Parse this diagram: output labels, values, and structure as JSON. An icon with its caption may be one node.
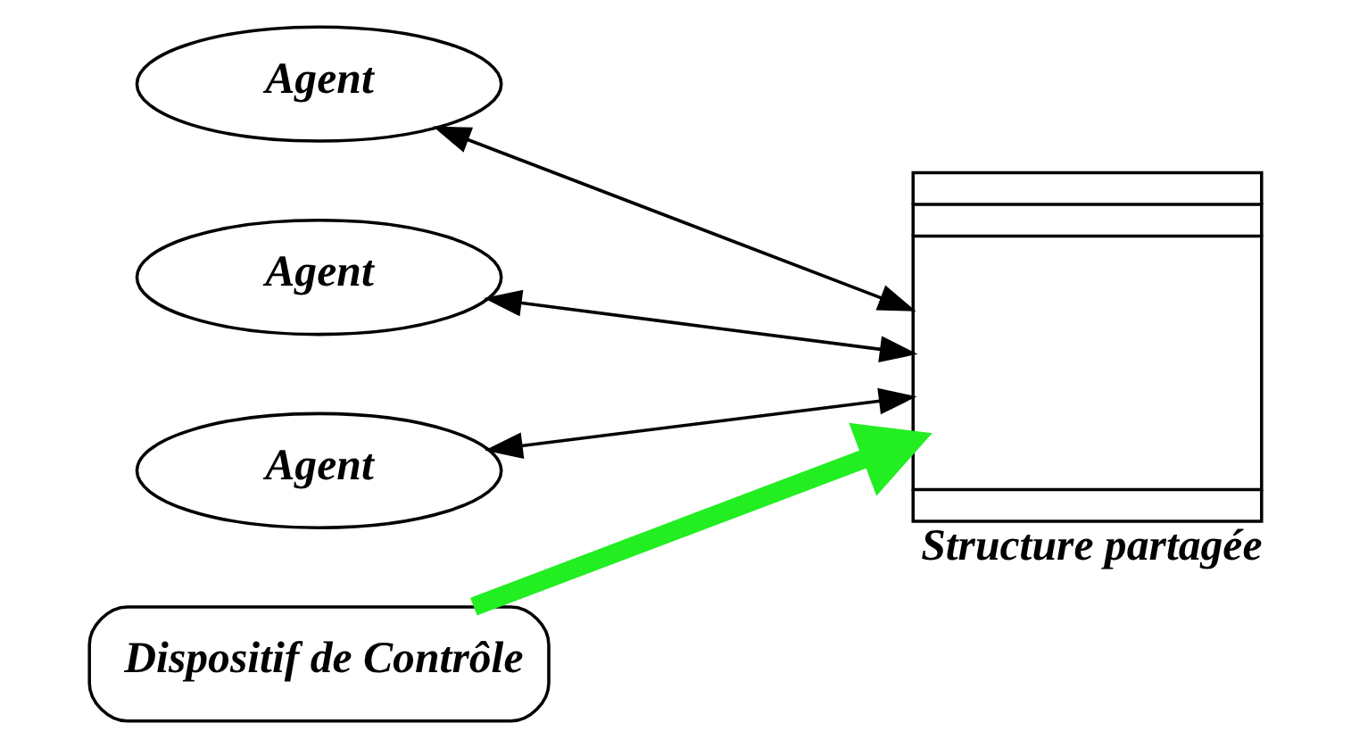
{
  "diagram": {
    "nodes": [
      {
        "text": [
          "Agent"
        ]
      },
      {
        "text": [
          "Agent"
        ]
      },
      {
        "text": [
          "Agent"
        ]
      },
      {
        "text": [
          "Structure partagée"
        ]
      },
      {
        "text": [
          "Dispositif de Contrôle"
        ]
      }
    ],
    "edges": [
      {
        "from": 0,
        "to": 3,
        "arrow": "both"
      },
      {
        "from": 1,
        "to": 3,
        "arrow": "both"
      },
      {
        "from": 2,
        "to": 3,
        "arrow": "both"
      },
      {
        "from": 4,
        "to": 3,
        "arrow": "to",
        "style": "thick",
        "color": "#22ee22"
      }
    ]
  }
}
